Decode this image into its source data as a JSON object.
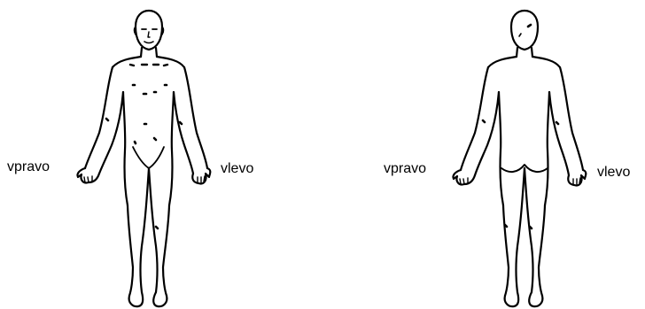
{
  "diagram": {
    "front_view": {
      "label_right": "vpravo",
      "label_left": "vlevo"
    },
    "back_view": {
      "label_right": "vpravo",
      "label_left": "vlevo"
    },
    "ink_color": "#000000",
    "background": "#ffffff"
  }
}
